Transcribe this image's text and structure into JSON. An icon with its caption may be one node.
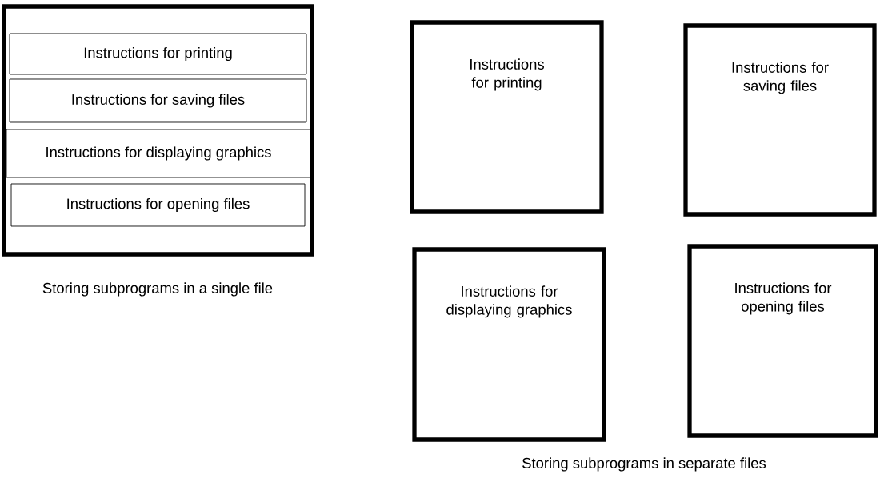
{
  "diagram": {
    "nodes": [
      {
        "text": [],
        "shape": "box"
      },
      {
        "text": [
          "Instructions for printing"
        ],
        "in": 0
      },
      {
        "text": [
          "Instructions for saving files"
        ],
        "in": 0
      },
      {
        "text": [
          "Instructions for displaying graphics"
        ],
        "in": 0
      },
      {
        "text": [
          "Instructions for opening files"
        ],
        "in": 0
      },
      {
        "text": [
          "Instructions for printing"
        ]
      },
      {
        "text": [
          "Instructions for saving files"
        ]
      },
      {
        "text": [
          "Instructions for displaying graphics"
        ]
      },
      {
        "text": [
          "Instructions for opening files"
        ]
      }
    ],
    "labels": [
      "Storing subprograms in a single file",
      "Storing subprograms in separate files"
    ]
  }
}
